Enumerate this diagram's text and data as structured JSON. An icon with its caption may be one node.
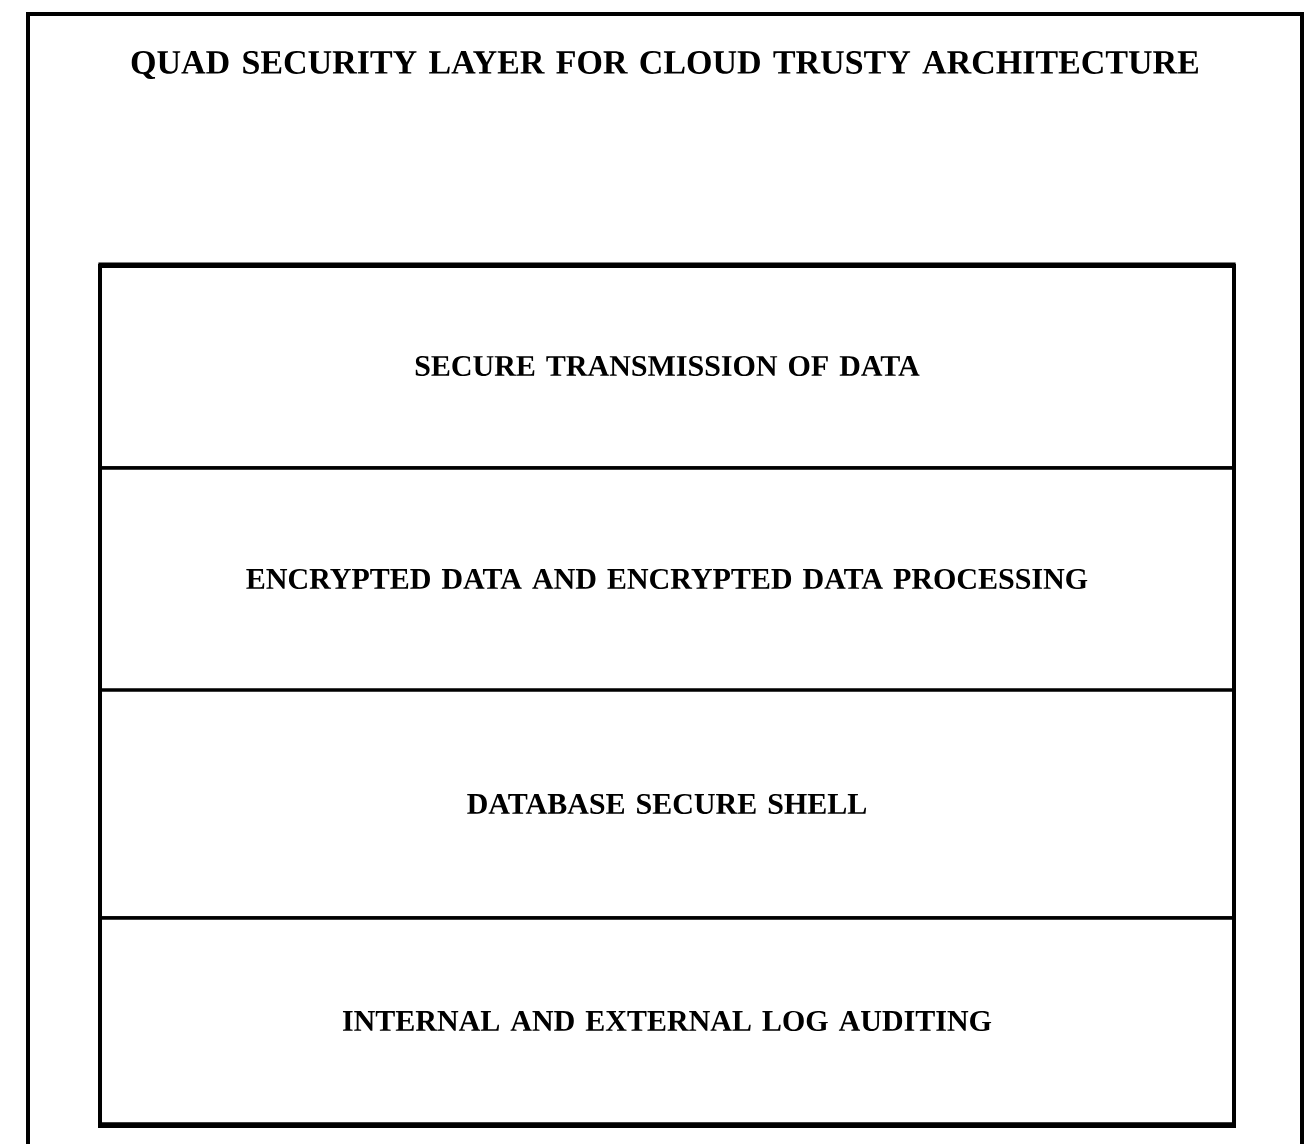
{
  "diagram": {
    "title": "QUAD SECURITY LAYER FOR CLOUD TRUSTY ARCHITECTURE",
    "nodes": [
      {
        "text": [],
        "shape": "box"
      },
      {
        "text": [
          "SECURE TRANSMISSION OF DATA"
        ],
        "in": 0
      },
      {
        "text": [
          "ENCRYPTED DATA AND ENCRYPTED DATA PROCESSING"
        ],
        "in": 0
      },
      {
        "text": [
          "DATABASE SECURE SHELL"
        ],
        "in": 0
      },
      {
        "text": [
          "INTERNAL AND EXTERNAL LOG AUDITING"
        ],
        "in": 0
      }
    ]
  }
}
